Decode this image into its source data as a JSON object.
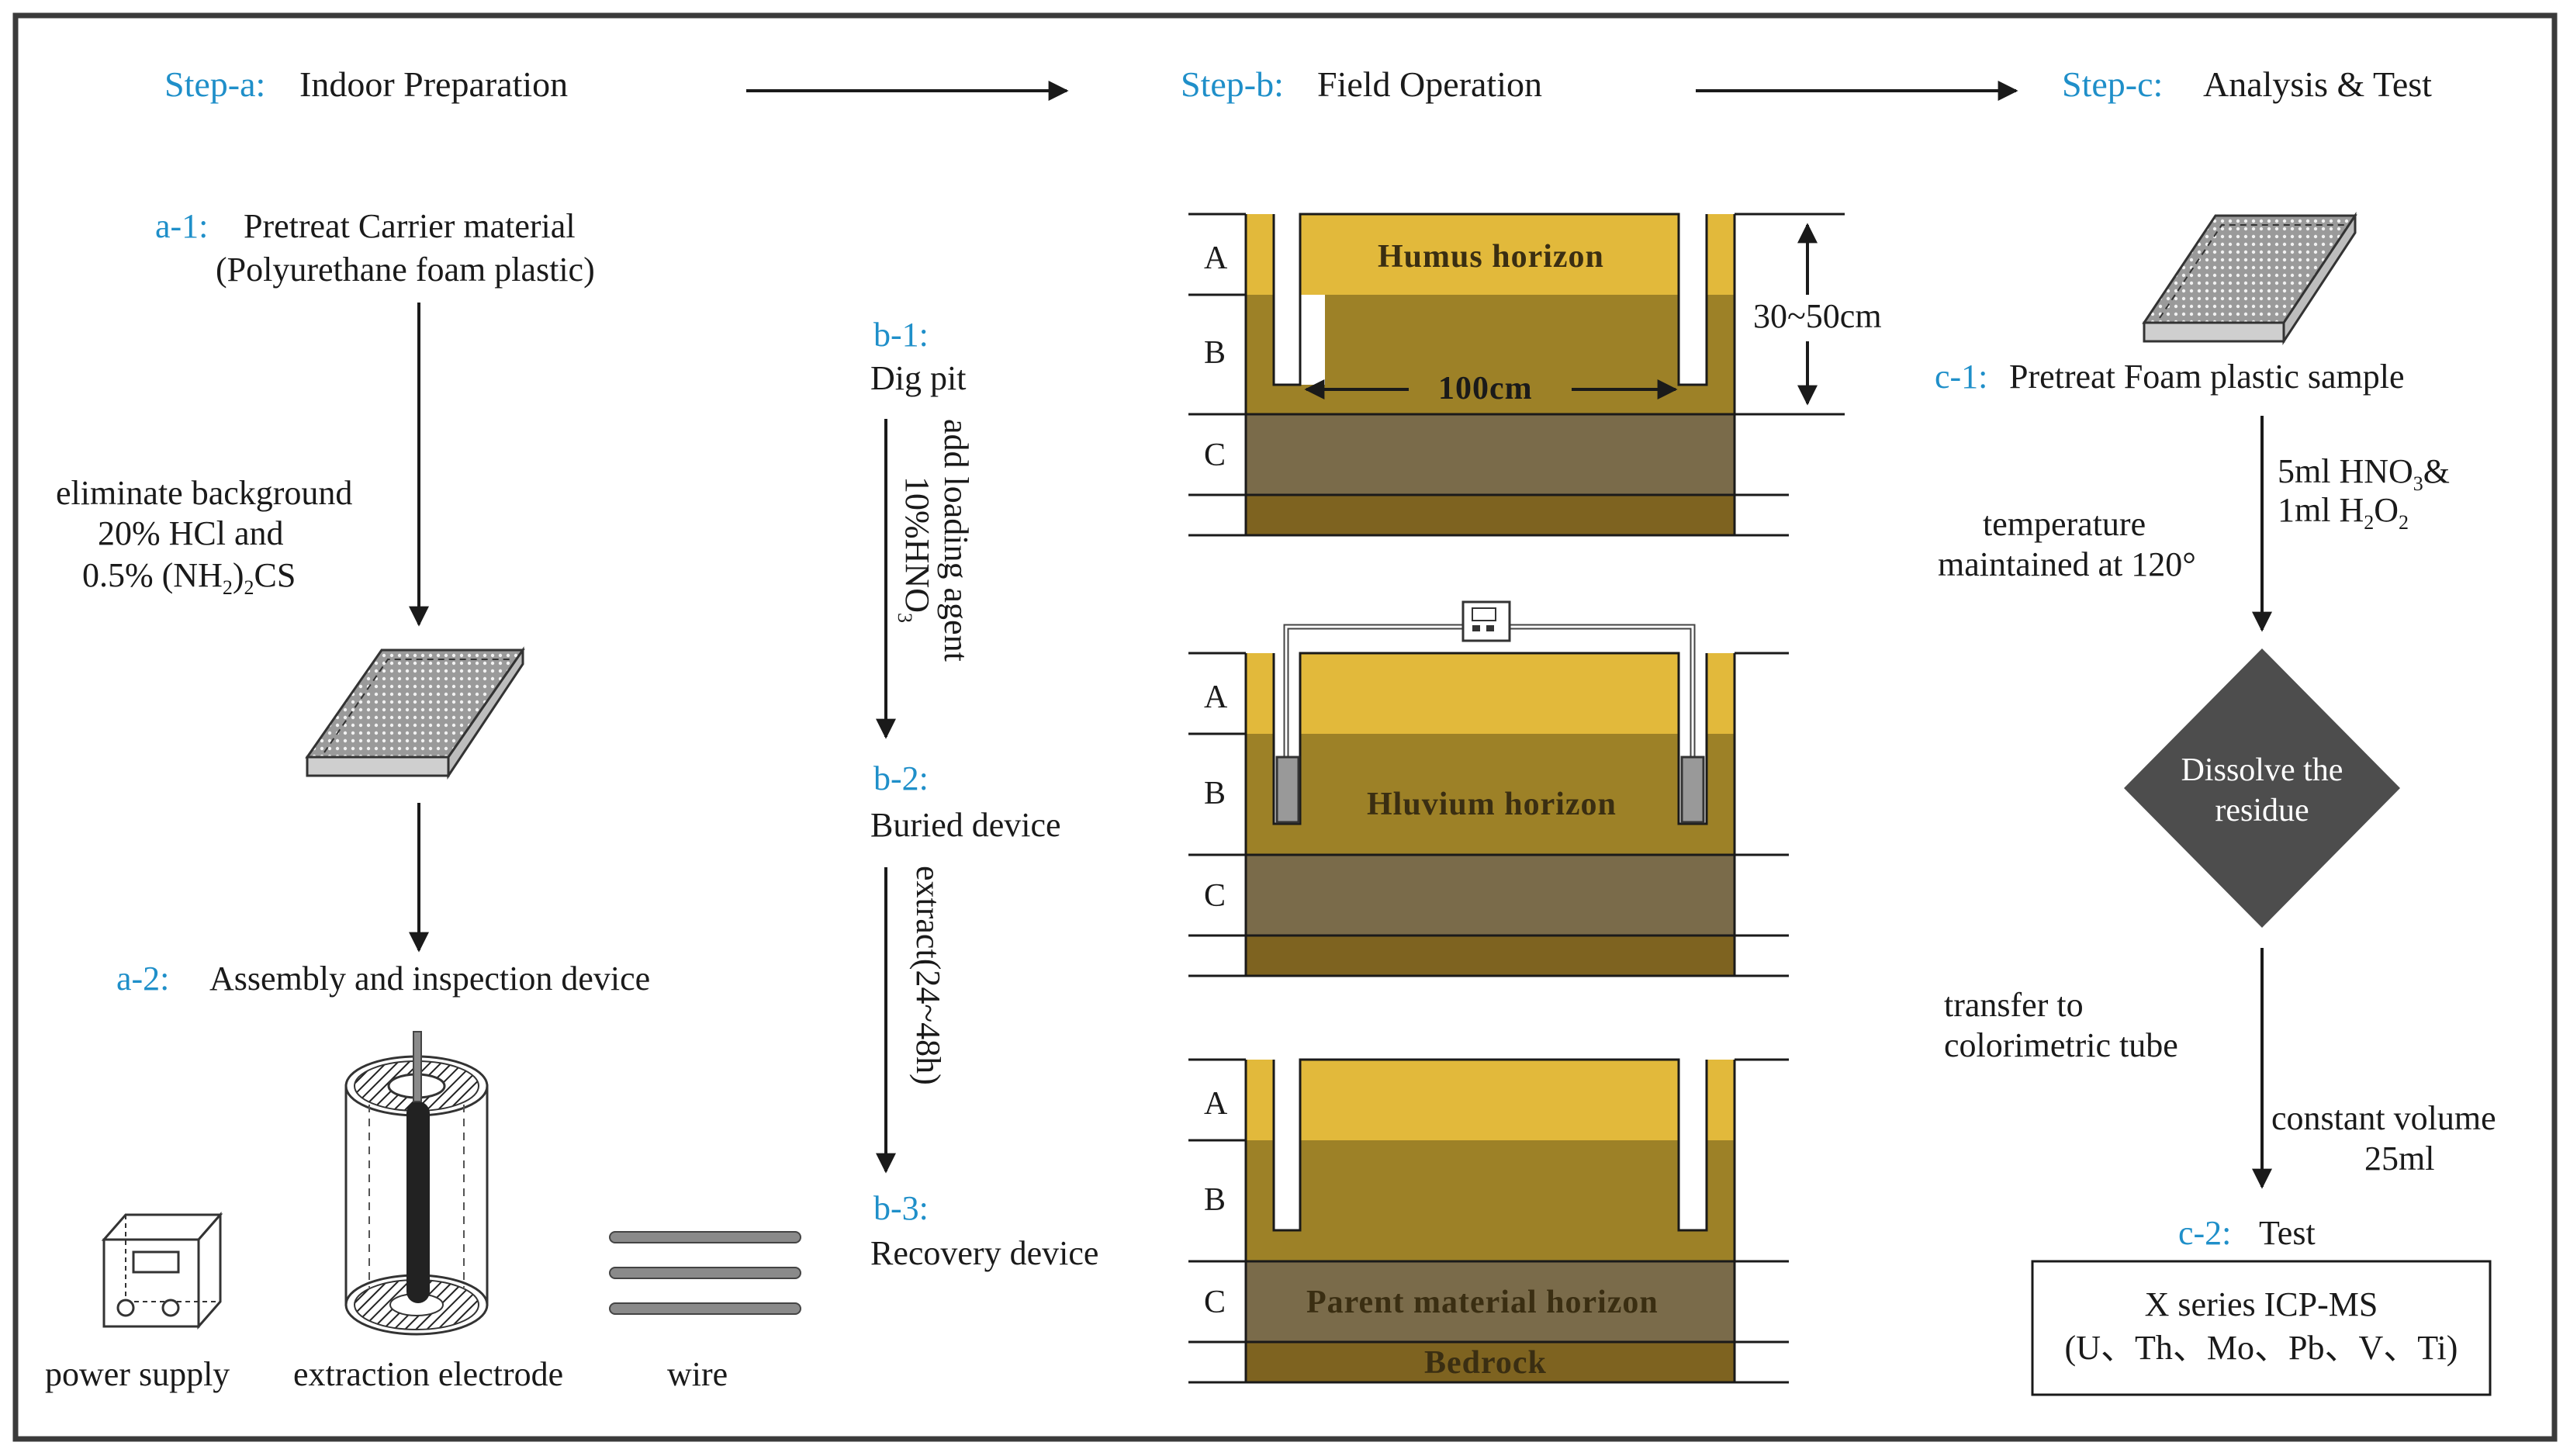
{
  "colors": {
    "step_tag": "#1f8fc9",
    "soil_a": "#e2b93b",
    "soil_b": "#9d8127",
    "soil_c": "#7a6b4a",
    "soil_bedrock": "#7e6320",
    "diamond": "#4d4d4d",
    "frame": "#3a3a3a"
  },
  "header": {
    "step_a": {
      "tag": "Step-a:",
      "label": "Indoor Preparation"
    },
    "step_b": {
      "tag": "Step-b:",
      "label": "Field Operation"
    },
    "step_c": {
      "tag": "Step-c:",
      "label": "Analysis & Test"
    }
  },
  "panel_a": {
    "a1_tag": "a-1:",
    "a1_line1": "Pretreat Carrier material",
    "a1_line2": "(Polyurethane foam plastic)",
    "eliminate_line1": "eliminate background",
    "eliminate_line2": "20% HCl and",
    "eliminate_line3_prefix": "0.5% (NH",
    "eliminate_line3_sub1": "2",
    "eliminate_line3_mid": ")",
    "eliminate_line3_sub2": "2",
    "eliminate_line3_suffix": "CS",
    "a2_tag": "a-2:",
    "a2_label": "Assembly and inspection device",
    "power_supply": "power supply",
    "extraction_electrode": "extraction electrode",
    "wire": "wire"
  },
  "panel_b": {
    "b1_tag": "b-1:",
    "b1_label": "Dig pit",
    "add_loading_line1": "add loading agent",
    "add_loading_line2_prefix": "10%HNO",
    "add_loading_line2_sub": "3",
    "b2_tag": "b-2:",
    "b2_label": "Buried device",
    "extract_label": "extract(24~48h)",
    "b3_tag": "b-3:",
    "b3_label": "Recovery device",
    "pit1": {
      "layer_a": "A",
      "layer_b": "B",
      "layer_c": "C",
      "horizon": "Humus horizon",
      "width_label": "100cm",
      "depth_label": "30~50cm"
    },
    "pit2": {
      "layer_a": "A",
      "layer_b": "B",
      "layer_c": "C",
      "horizon": "Hluvium horizon"
    },
    "pit3": {
      "layer_a": "A",
      "layer_b": "B",
      "layer_c": "C",
      "horizon": "Parent material horizon",
      "bedrock": "Bedrock"
    }
  },
  "panel_c": {
    "c1_tag": "c-1:",
    "c1_label": "Pretreat Foam plastic sample",
    "reagent_line1_prefix": "5ml HNO",
    "reagent_line1_sub": "3",
    "reagent_line1_suffix": "&",
    "reagent_line2_prefix": "1ml H",
    "reagent_line2_sub1": "2",
    "reagent_line2_mid": "O",
    "reagent_line2_sub2": "2",
    "temperature_line1": "temperature",
    "temperature_line2": "maintained at 120°",
    "diamond_line1": "Dissolve the",
    "diamond_line2": "residue",
    "transfer_line1": "transfer to",
    "transfer_line2": "colorimetric tube",
    "volume_line1": "constant volume",
    "volume_line2": "25ml",
    "c2_tag": "c-2:",
    "c2_label": "Test",
    "result_line1": "X series ICP-MS",
    "result_line2": "(U、Th、Mo、Pb、V、Ti)"
  }
}
